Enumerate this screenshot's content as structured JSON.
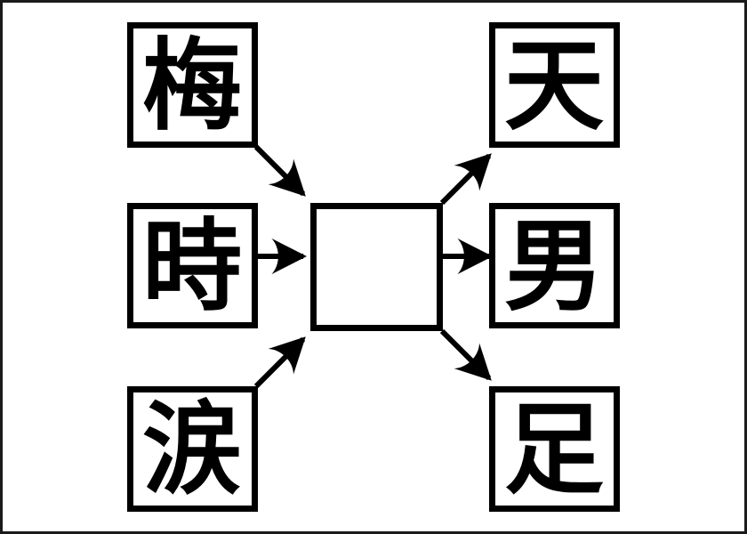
{
  "diagram": {
    "title": "Kanji association puzzle",
    "type": "kanji-link-puzzle",
    "background_color": "#ffffff",
    "ink_color": "#000000",
    "frame": {
      "name": "outer-border",
      "stroke_color": "#1a1a1a",
      "stroke_width": 3
    },
    "inputs": [
      {
        "id": "input-1",
        "kanji": "梅",
        "position": "top-left"
      },
      {
        "id": "input-2",
        "kanji": "時",
        "position": "middle-left"
      },
      {
        "id": "input-3",
        "kanji": "涙",
        "position": "bottom-left"
      }
    ],
    "center": {
      "id": "answer-slot",
      "kanji": "",
      "position": "center",
      "empty": true
    },
    "outputs": [
      {
        "id": "output-1",
        "kanji": "天",
        "position": "top-right"
      },
      {
        "id": "output-2",
        "kanji": "男",
        "position": "middle-right"
      },
      {
        "id": "output-3",
        "kanji": "足",
        "position": "bottom-right"
      }
    ],
    "arrows": [
      {
        "id": "arrow-in-top",
        "from": "input-1",
        "to": "answer-slot",
        "direction": "down-right"
      },
      {
        "id": "arrow-in-middle",
        "from": "input-2",
        "to": "answer-slot",
        "direction": "right"
      },
      {
        "id": "arrow-in-bottom",
        "from": "input-3",
        "to": "answer-slot",
        "direction": "up-right"
      },
      {
        "id": "arrow-out-top",
        "from": "answer-slot",
        "to": "output-1",
        "direction": "up-right"
      },
      {
        "id": "arrow-out-middle",
        "from": "answer-slot",
        "to": "output-2",
        "direction": "right"
      },
      {
        "id": "arrow-out-bottom",
        "from": "answer-slot",
        "to": "output-3",
        "direction": "down-right"
      }
    ]
  }
}
